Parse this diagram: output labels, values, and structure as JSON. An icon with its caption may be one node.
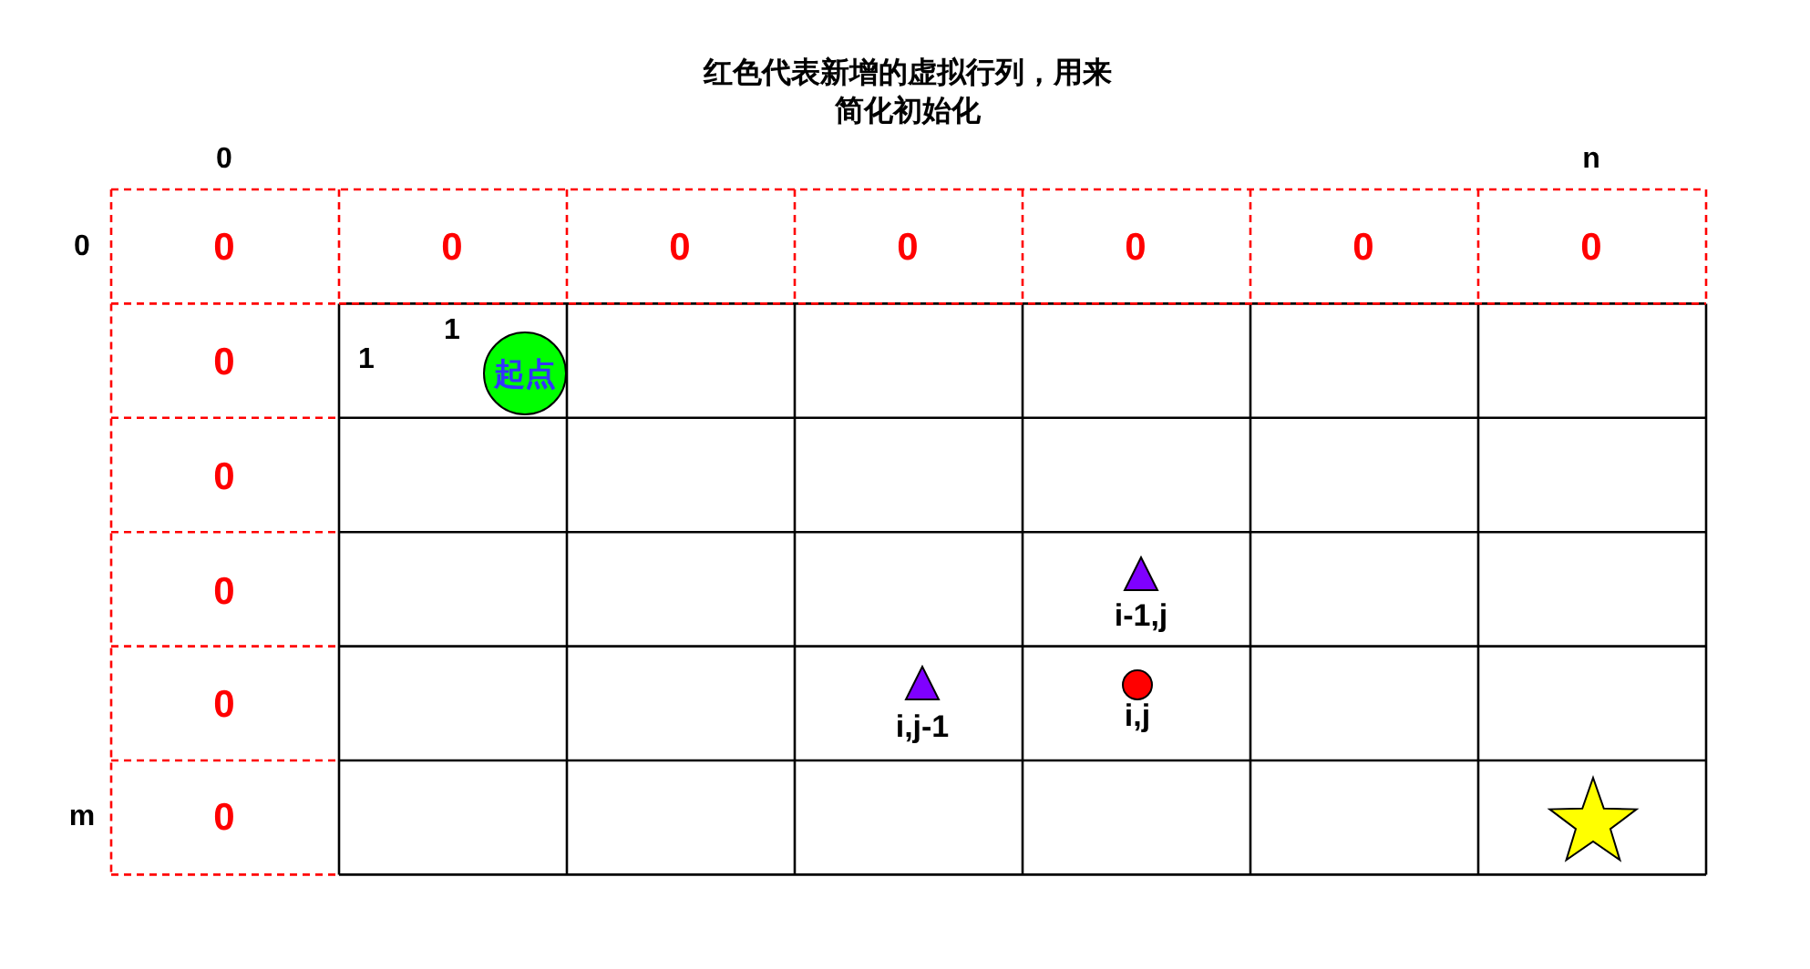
{
  "diagram": {
    "title": "红色代表新增的虚拟行列，用来简化初始化",
    "nodes": [
      {
        "text": [
          "起点"
        ]
      }
    ],
    "labels": [
      "0",
      "n",
      "0",
      "0",
      "0",
      "0",
      "0",
      "0",
      "0",
      "0",
      "0",
      "1",
      "1",
      "0",
      "0",
      "i-1,j",
      "0",
      "i,j-1",
      "i,j",
      "m",
      "0"
    ]
  }
}
